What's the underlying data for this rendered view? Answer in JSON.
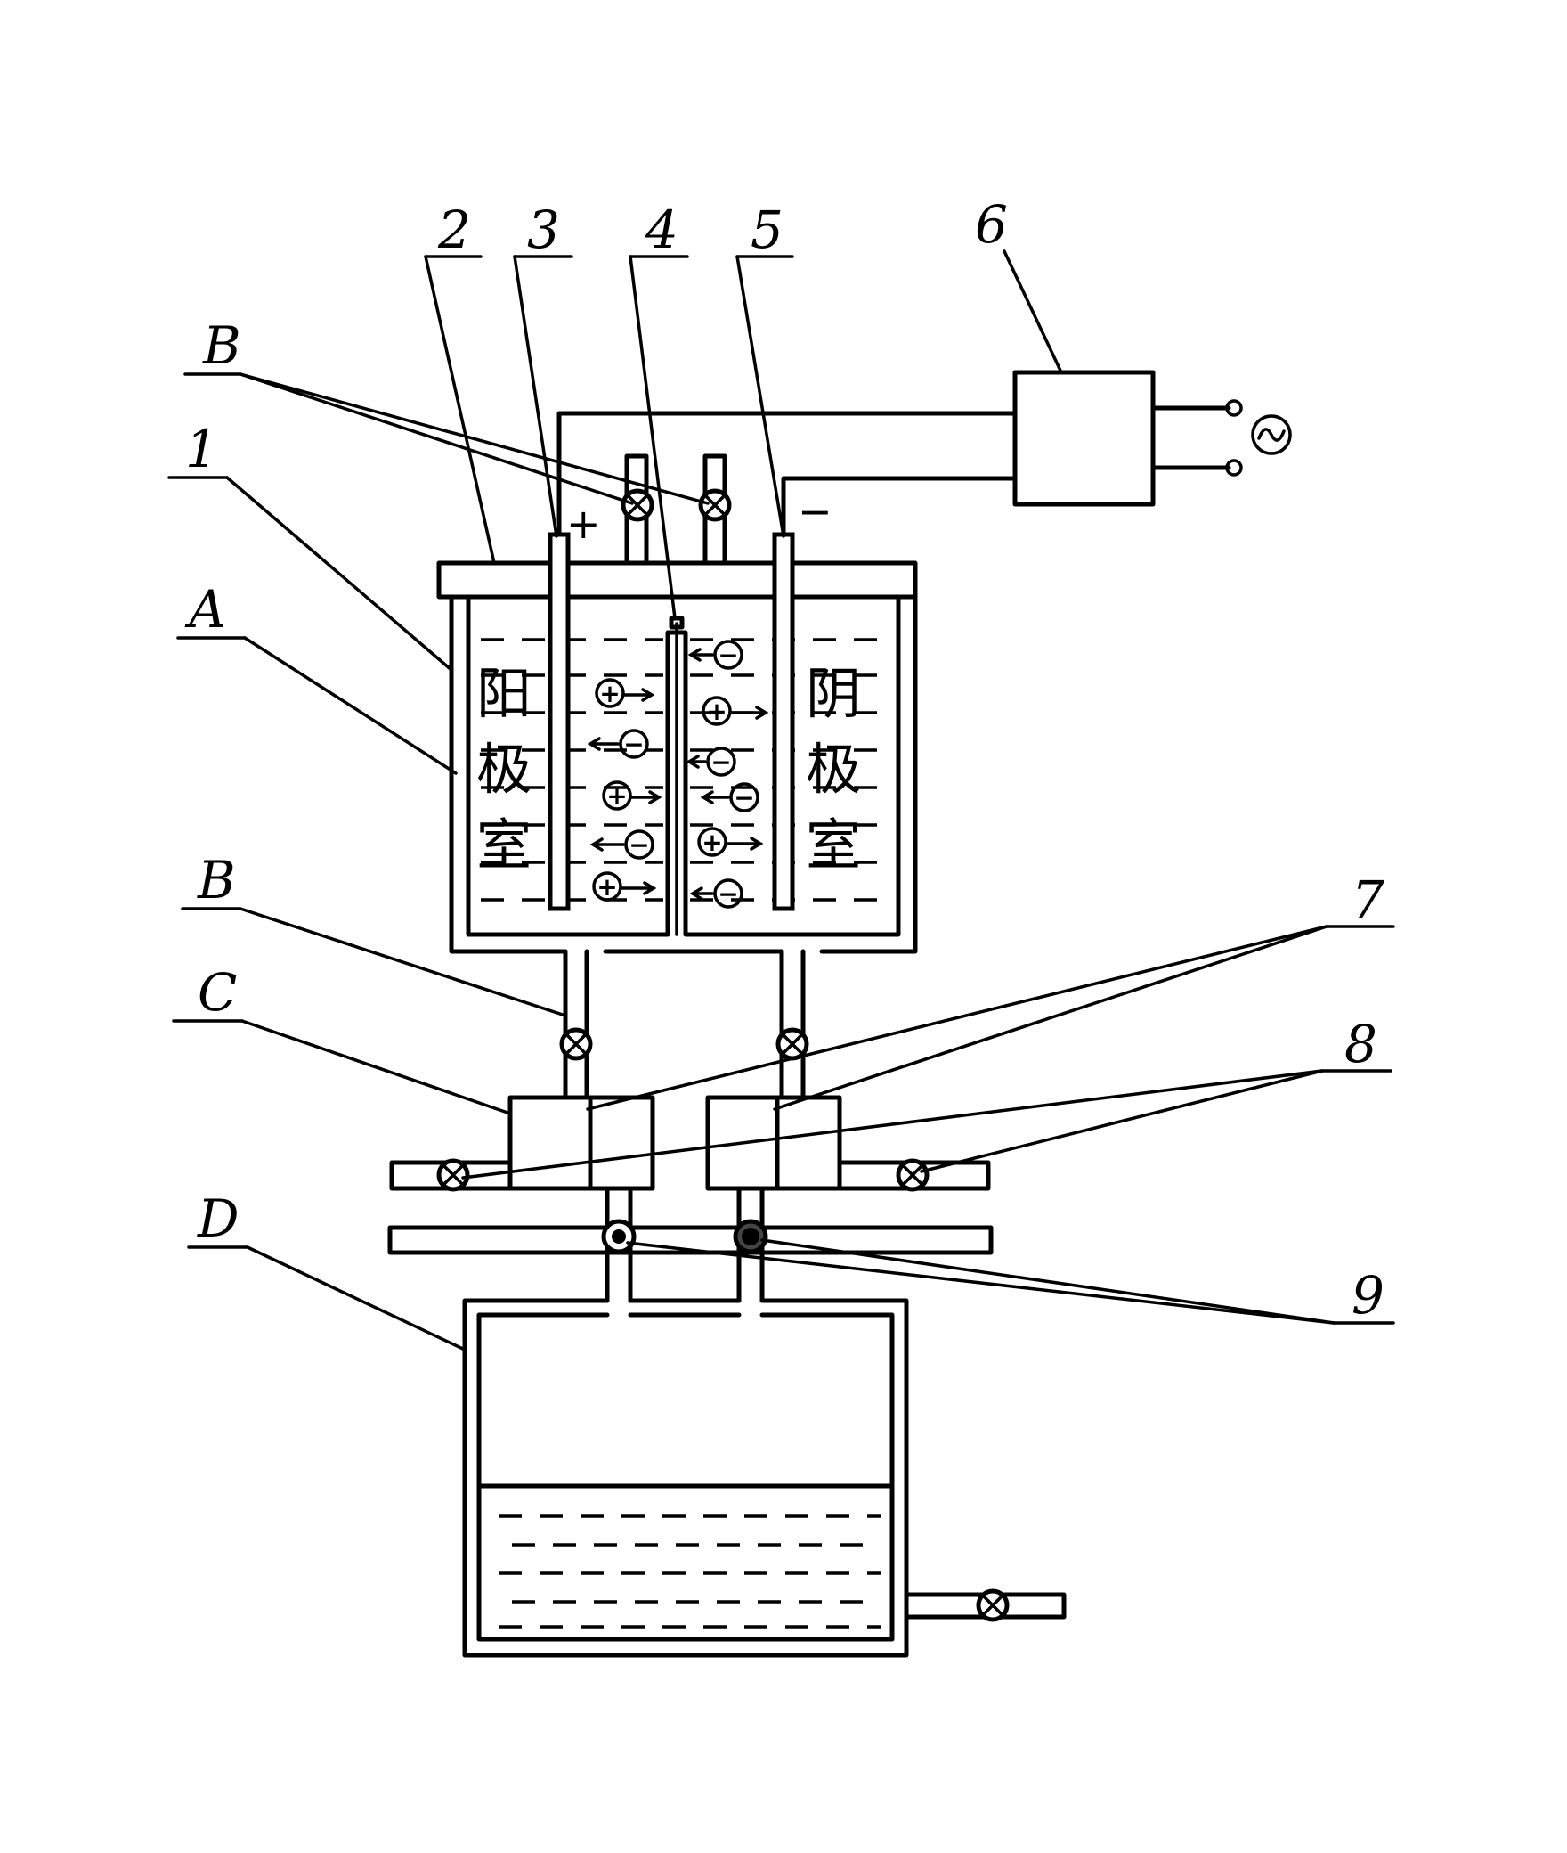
{
  "labels": {
    "n1": "1",
    "n2": "2",
    "n3": "3",
    "n4": "4",
    "n5": "5",
    "n6": "6",
    "n7": "7",
    "n8": "8",
    "n9": "9",
    "A": "A",
    "B_top": "B",
    "B_mid": "B",
    "C": "C",
    "D": "D"
  },
  "chambers": {
    "anode_chars": [
      "阳",
      "极",
      "室"
    ],
    "cathode_chars": [
      "阴",
      "极",
      "室"
    ]
  },
  "electrodes": {
    "anode_sign": "+",
    "cathode_sign": "−"
  },
  "ions": {
    "positive": "+",
    "negative": "−"
  }
}
